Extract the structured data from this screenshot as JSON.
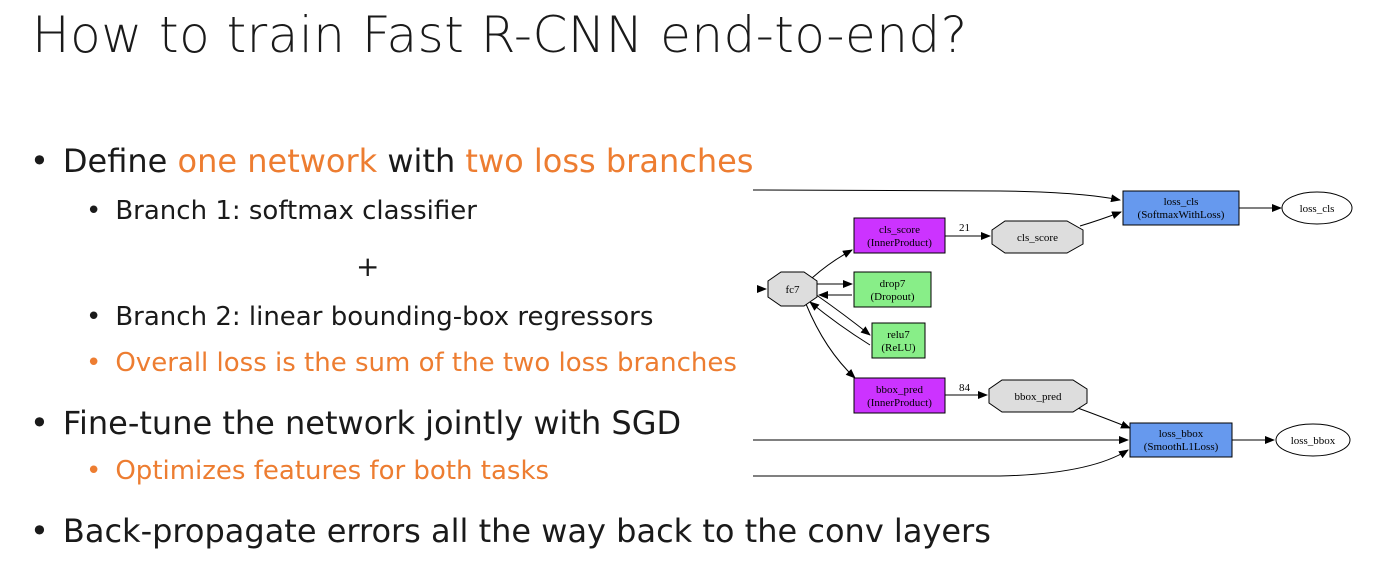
{
  "title": "How to train Fast R-CNN end-to-end?",
  "bullets": {
    "b1": {
      "pre": "Define ",
      "h1": "one network",
      "mid": " with ",
      "h2": "two loss branches"
    },
    "b1a": "Branch 1: softmax classifier",
    "plus": "+",
    "b1b": "Branch 2: linear bounding-box regressors",
    "b1c": "Overall loss is the sum of the two loss branches",
    "b2": "Fine-tune the network jointly with SGD",
    "b2a": "Optimizes features for both tasks",
    "b3": "Back-propagate errors all the way back to the conv layers"
  },
  "diagram": {
    "fc7": "fc7",
    "cls_score": {
      "l1": "cls_score",
      "l2": "(InnerProduct)"
    },
    "drop7": {
      "l1": "drop7",
      "l2": "(Dropout)"
    },
    "relu7": {
      "l1": "relu7",
      "l2": "(ReLU)"
    },
    "bbox_pred": {
      "l1": "bbox_pred",
      "l2": "(InnerProduct)"
    },
    "cls_score_blob": "cls_score",
    "bbox_pred_blob": "bbox_pred",
    "loss_cls": {
      "l1": "loss_cls",
      "l2": "(SoftmaxWithLoss)"
    },
    "loss_bbox": {
      "l1": "loss_bbox",
      "l2": "(SmoothL1Loss)"
    },
    "loss_cls_out": "loss_cls",
    "loss_bbox_out": "loss_bbox",
    "edge_cls": "21",
    "edge_bbox": "84",
    "colors": {
      "purple": "#cc33ff",
      "green": "#88ee88",
      "blue": "#6699ee",
      "gray": "#dddddd"
    }
  }
}
